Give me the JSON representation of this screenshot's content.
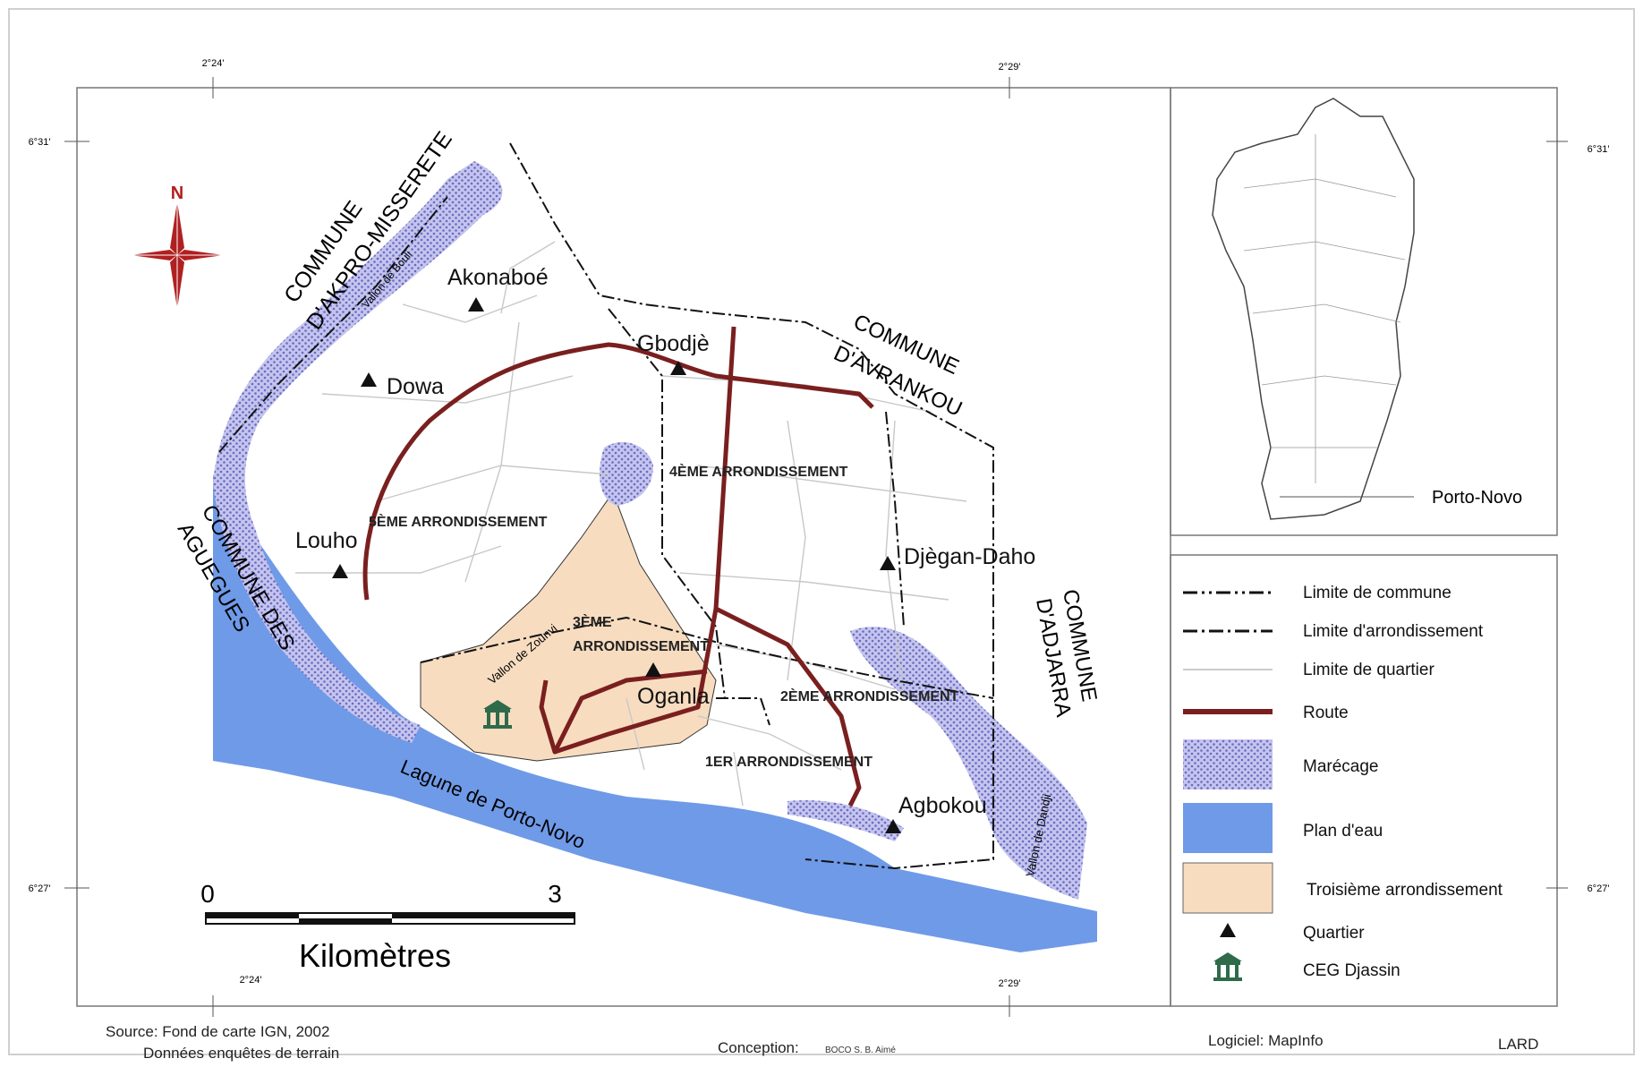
{
  "coords": {
    "top_left": "2°24'",
    "top_right": "2°29'",
    "bottom_left": "2°24'",
    "bottom_right": "2°29'",
    "left_top": "6°31'",
    "left_bottom": "6°27'",
    "right_top": "6°31'",
    "right_bottom": "6°27'"
  },
  "north": "N",
  "communes": {
    "akpro": [
      "COMMUNE",
      "D'AKPRO-MISSERETE"
    ],
    "avrankou": [
      "COMMUNE",
      "D'AVRANKOU"
    ],
    "aguegues": [
      "COMMUNE DES",
      "AGUEGUES"
    ],
    "adjarra": [
      "COMMUNE",
      "D'ADJARRA"
    ]
  },
  "arrondissements": {
    "a1": "1ER ARRONDISSEMENT",
    "a2": "2ÈME ARRONDISSEMENT",
    "a3_line1": "3ÈME",
    "a3_line2": "ARRONDISSEMENT",
    "a4": "4ÈME ARRONDISSEMENT",
    "a5": "5ÈME ARRONDISSEMENT"
  },
  "quartiers": {
    "akonaboe": "Akonaboé",
    "gbodje": "Gbodjè",
    "dowa": "Dowa",
    "louho": "Louho",
    "djegan": "Djègan-Daho",
    "oganla": "Oganla",
    "agbokou": "Agbokou"
  },
  "water": {
    "lagune": "Lagune de Porto-Novo",
    "vallon_zounvi": "Vallon de Zounvi",
    "vallon_nord": "Vallon de Bouli",
    "vallon_dandji": "Vallon de Dandji"
  },
  "scale": {
    "zero": "0",
    "three": "3",
    "unit": "Kilomètres"
  },
  "inset": {
    "porto_novo": "Porto-Novo"
  },
  "legend": {
    "commune": "Limite de commune",
    "arrondissement": "Limite d'arrondissement",
    "quartier_limit": "Limite de quartier",
    "route": "Route",
    "marecage": "Marécage",
    "plan_eau": "Plan d'eau",
    "troisieme": "Troisième arrondissement",
    "quartier": "Quartier",
    "ceg": "CEG Djassin"
  },
  "credits": {
    "source1": "Source: Fond de carte IGN, 2002",
    "source2": "Données enquêtes de terrain",
    "conception_label": "Conception:",
    "conception_name": "BOCO S. B. Aimé",
    "logiciel": "Logiciel: MapInfo",
    "lard": "LARD"
  },
  "colors": {
    "water": "#6f9ae8",
    "marsh": "#b6b6ea",
    "third": "#f7dcc0",
    "road": "#7a1f1f"
  }
}
